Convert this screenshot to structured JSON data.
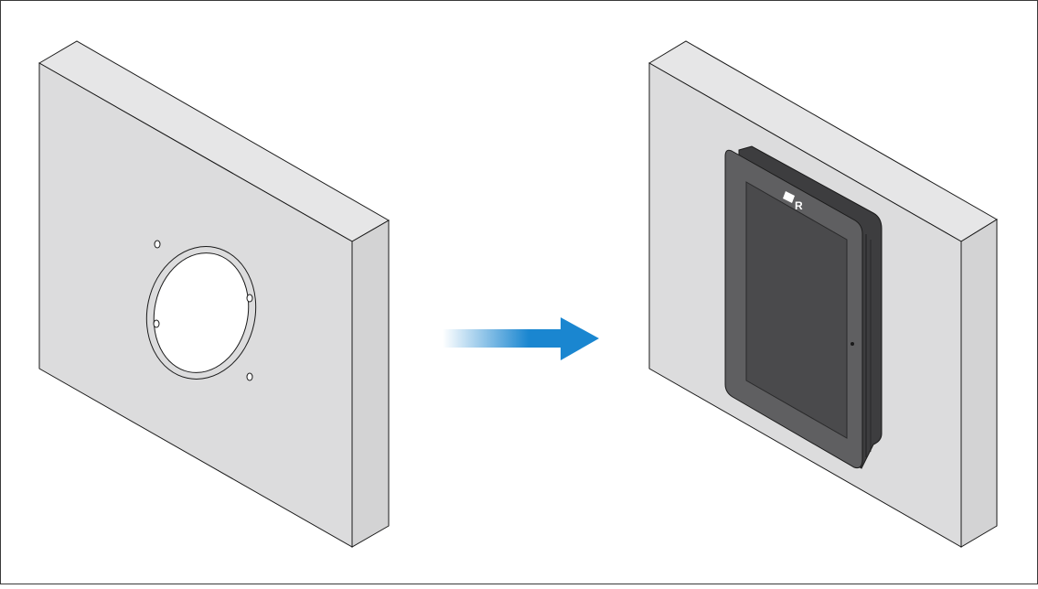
{
  "diagram": {
    "steps": [
      {
        "id": "before",
        "description_visible": false
      },
      {
        "id": "after",
        "description_visible": false
      }
    ],
    "display_logo_text": "R",
    "colors": {
      "panel_front": "#dcdcdd",
      "panel_top": "#e6e6e7",
      "panel_side": "#d3d3d4",
      "outline": "#1a1a1a",
      "arrow": "#1a86d0",
      "arrow_fade": "#ffffff",
      "display_bezel": "#5f5f61",
      "display_bezel_dark": "#3d3d3f",
      "display_screen": "#4a4a4c",
      "hole_fill": "#ffffff",
      "logo": "#ffffff"
    },
    "icons": [
      "cutout-hole-icon",
      "fixing-hole-icon",
      "direction-arrow-icon",
      "manufacturer-logo-icon"
    ]
  }
}
